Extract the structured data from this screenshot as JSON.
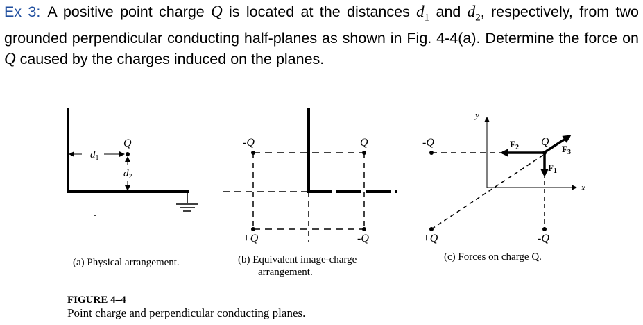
{
  "problem": {
    "label": "Ex 3:",
    "text_1": "A positive point charge ",
    "Q": "Q",
    "text_2": " is located at the distances ",
    "d": "d",
    "sub1": "1",
    "text_3": " and ",
    "sub2": "2",
    "text_4": ", respectively, from two grounded perpendicular conducting half-planes as shown in Fig. 4-4(a). Determine the force on ",
    "text_5": " caused by the charges induced on the planes."
  },
  "figure": {
    "labels": {
      "Q": "Q",
      "neg_Q": "-Q",
      "pos_Q": "+Q",
      "d1": "d",
      "d1_sub": "1",
      "d2": "d",
      "d2_sub": "2",
      "y": "y",
      "x": "x",
      "F1": "F",
      "F1_sub": "1",
      "F2": "F",
      "F2_sub": "2",
      "F3": "F",
      "F3_sub": "3"
    },
    "captions": {
      "a": "(a) Physical arrangement.",
      "b_line1": "(b) Equivalent image-charge",
      "b_line2": "arrangement.",
      "c": "(c) Forces on charge Q."
    },
    "title": "FIGURE 4–4",
    "description": "Point charge and perpendicular conducting planes."
  }
}
